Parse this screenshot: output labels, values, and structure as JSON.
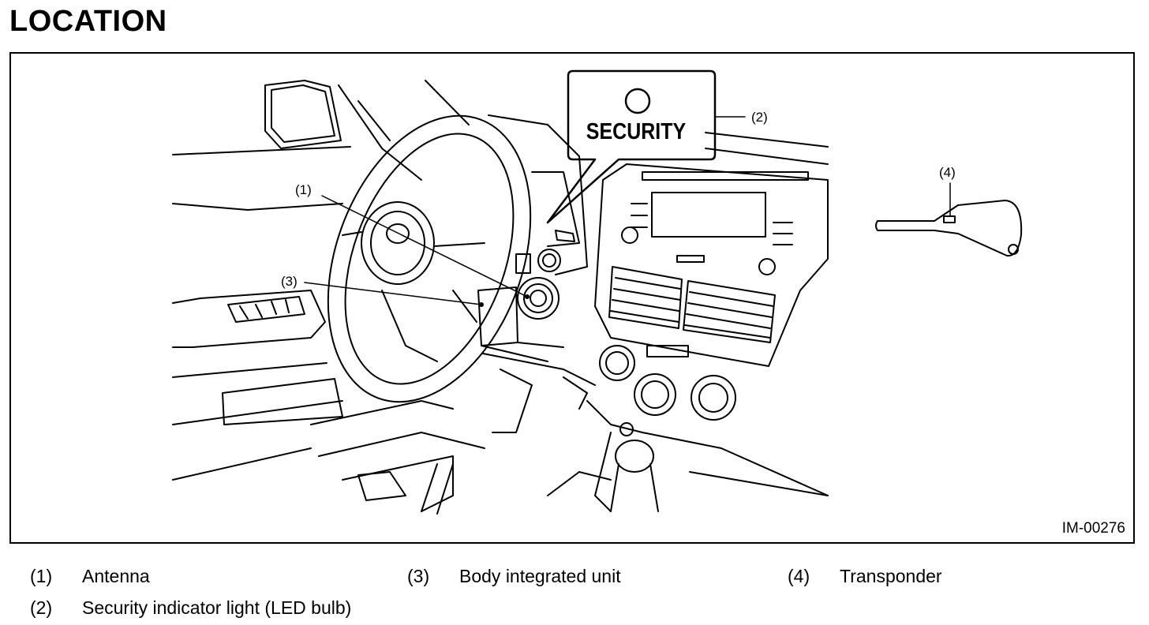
{
  "heading": "LOCATION",
  "figure": {
    "id": "IM-00276",
    "indicator_label": "SECURITY",
    "callouts": [
      "(1)",
      "(2)",
      "(3)",
      "(4)"
    ]
  },
  "legend": [
    {
      "num": "(1)",
      "label": "Antenna"
    },
    {
      "num": "(2)",
      "label": "Security indicator light (LED bulb)"
    },
    {
      "num": "(3)",
      "label": "Body integrated unit"
    },
    {
      "num": "(4)",
      "label": "Transponder"
    }
  ]
}
